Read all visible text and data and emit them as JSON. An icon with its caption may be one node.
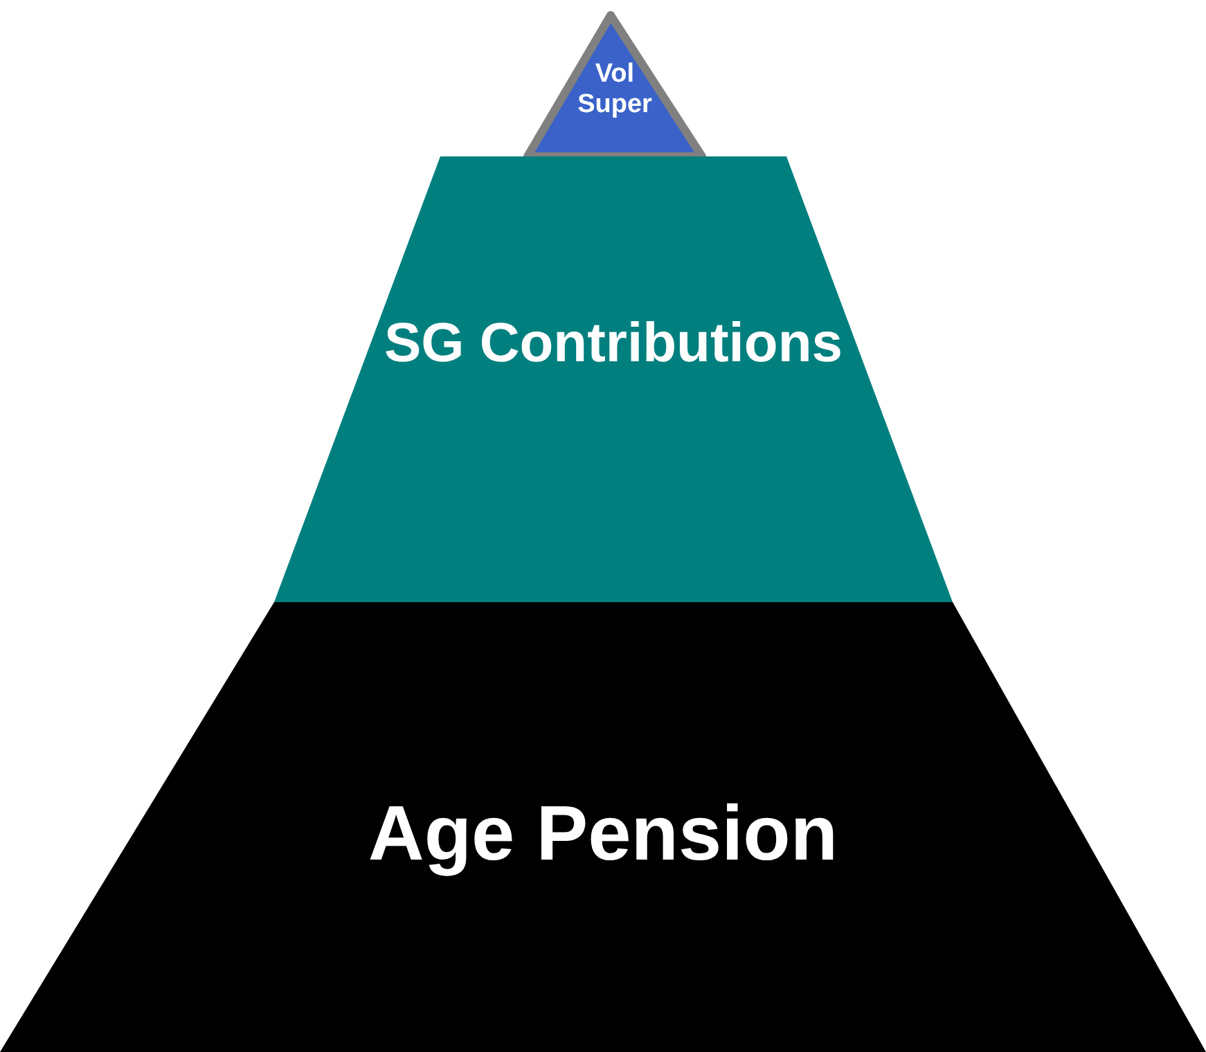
{
  "diagram": {
    "nodes": [
      {
        "text": [
          "Vol Super"
        ]
      },
      {
        "text": [
          "SG Contributions"
        ]
      },
      {
        "text": [
          "Age Pension"
        ]
      }
    ]
  }
}
